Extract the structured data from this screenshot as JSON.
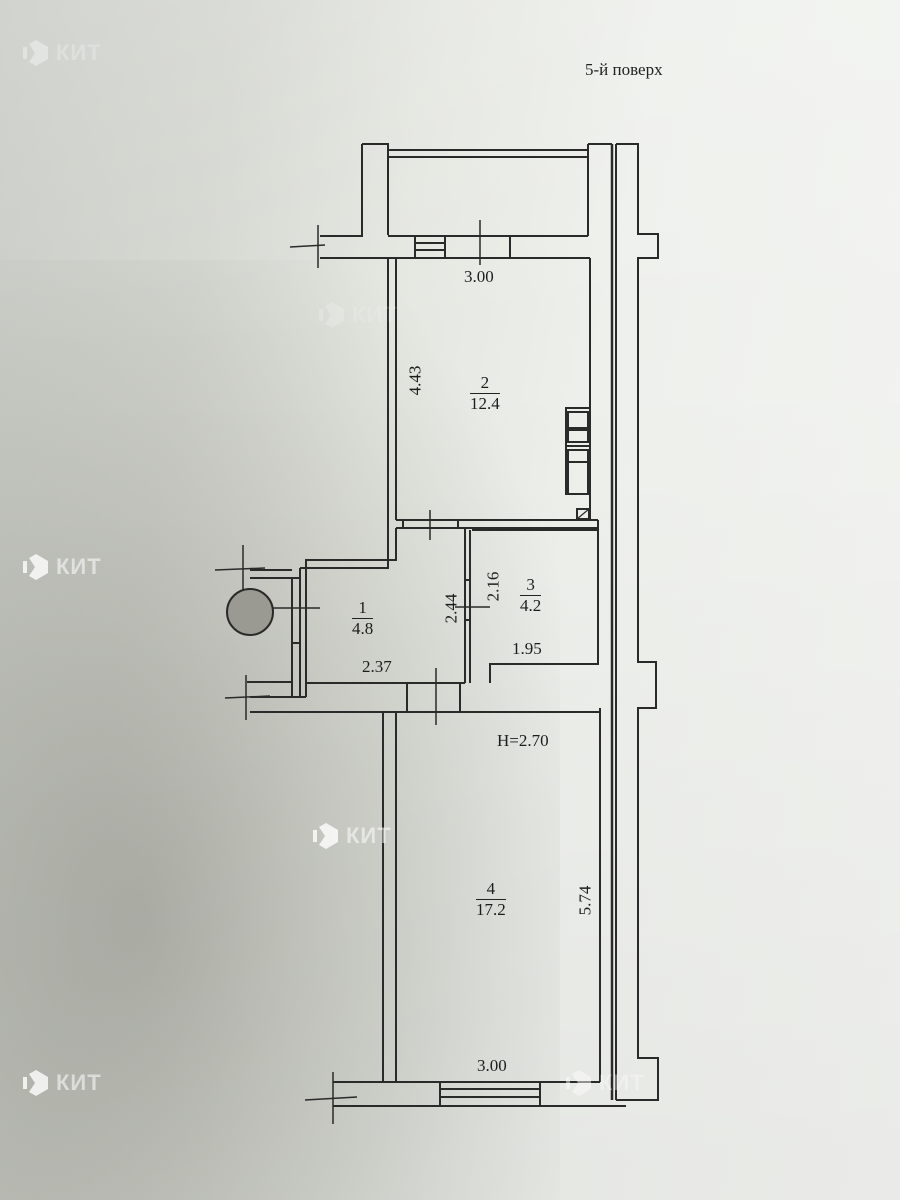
{
  "title": "5-й поверх",
  "ceiling_height": "H=2.70",
  "rooms": [
    {
      "number": "1",
      "area": "4.8"
    },
    {
      "number": "2",
      "area": "12.4"
    },
    {
      "number": "3",
      "area": "4.2"
    },
    {
      "number": "4",
      "area": "17.2"
    }
  ],
  "dimensions": {
    "room2_width_top": "3.00",
    "room2_length": "4.43",
    "room1_width": "2.37",
    "room1_length": "2.44",
    "room3_length": "2.16",
    "room3_width": "1.95",
    "room4_length": "5.74",
    "room4_width_bottom": "3.00"
  },
  "watermark": {
    "text": "КИТ",
    "color": "#ffffff"
  },
  "colors": {
    "line": "#2a2a2a",
    "paper": "#eef0ec",
    "riser_fill": "#9a9a92"
  }
}
